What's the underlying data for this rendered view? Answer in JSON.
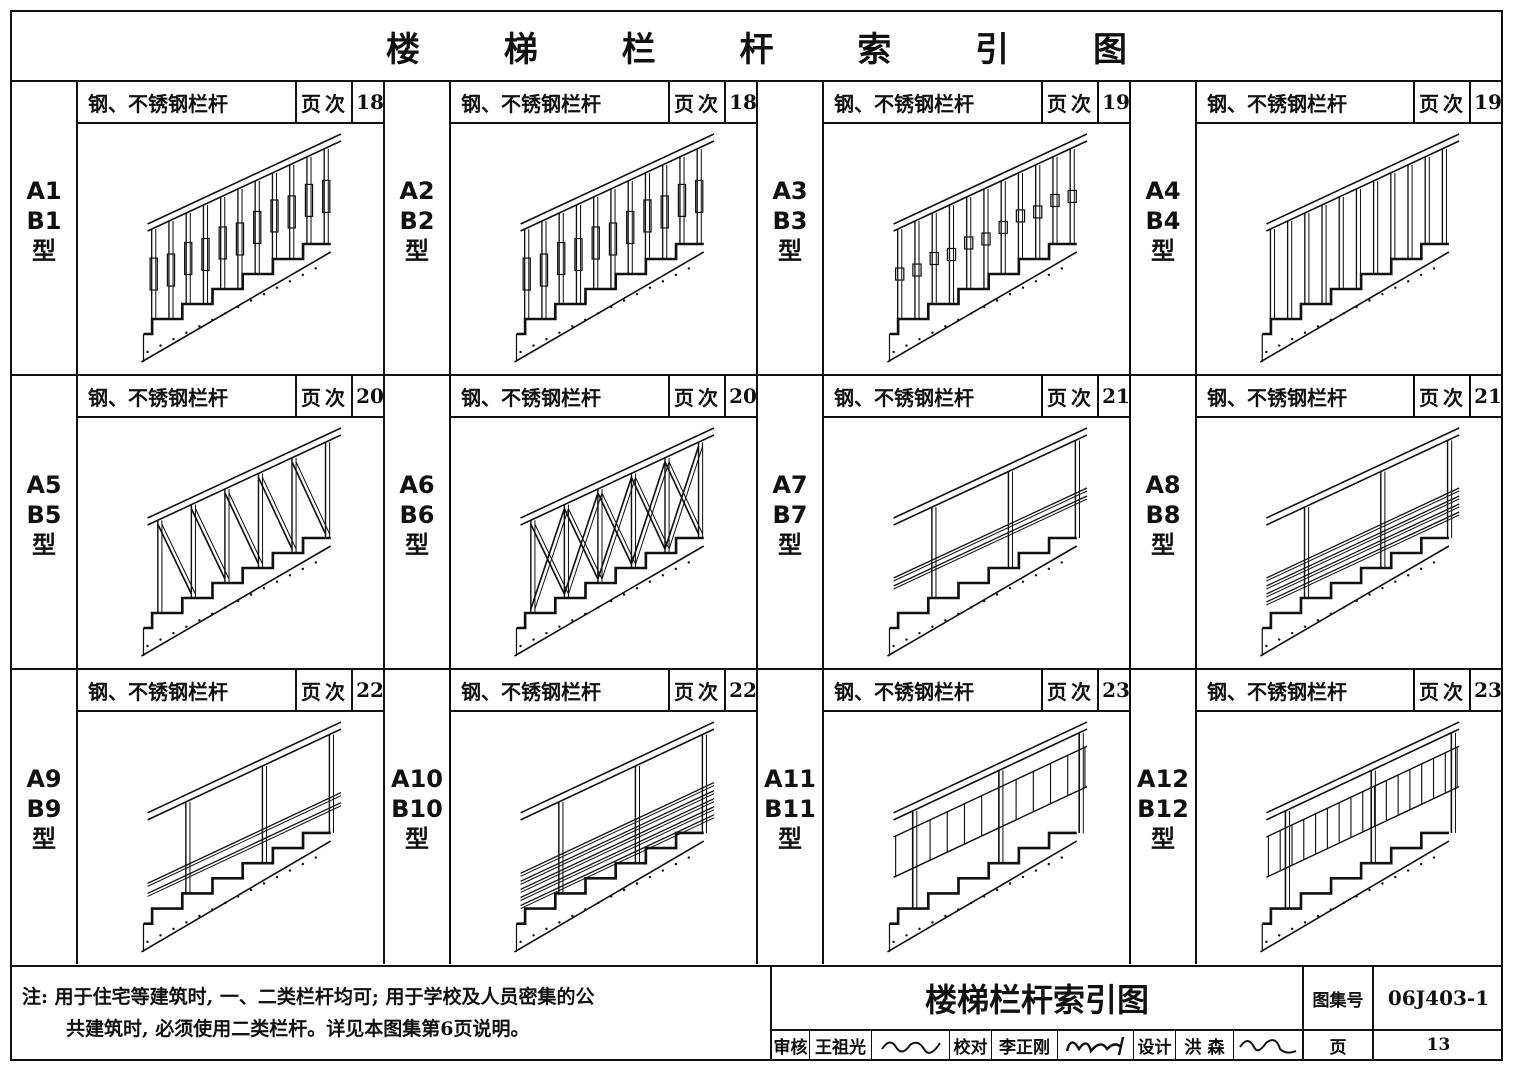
{
  "title": "楼 梯 栏 杆 索 引 图",
  "header_label": "页次",
  "cells": [
    {
      "type": "A1\nB1\n型",
      "name": "钢、不锈钢栏杆",
      "page": "18",
      "style": "baluster-bulb"
    },
    {
      "type": "A2\nB2\n型",
      "name": "钢、不锈钢栏杆",
      "page": "18",
      "style": "baluster-bulb"
    },
    {
      "type": "A3\nB3\n型",
      "name": "钢、不锈钢栏杆",
      "page": "19",
      "style": "baluster-ring"
    },
    {
      "type": "A4\nB4\n型",
      "name": "钢、不锈钢栏杆",
      "page": "19",
      "style": "baluster-plain"
    },
    {
      "type": "A5\nB5\n型",
      "name": "钢、不锈钢栏杆",
      "page": "20",
      "style": "zigzag"
    },
    {
      "type": "A6\nB6\n型",
      "name": "钢、不锈钢栏杆",
      "page": "20",
      "style": "cross"
    },
    {
      "type": "A7\nB7\n型",
      "name": "钢、不锈钢栏杆",
      "page": "21",
      "style": "rails-2"
    },
    {
      "type": "A8\nB8\n型",
      "name": "钢、不锈钢栏杆",
      "page": "21",
      "style": "rails-4"
    },
    {
      "type": "A9\nB9\n型",
      "name": "钢、不锈钢栏杆",
      "page": "22",
      "style": "rails-wide"
    },
    {
      "type": "A10\nB10\n型",
      "name": "钢、不锈钢栏杆",
      "page": "22",
      "style": "rails-5"
    },
    {
      "type": "A11\nB11\n型",
      "name": "钢、不锈钢栏杆",
      "page": "23",
      "style": "panel-frame"
    },
    {
      "type": "A12\nB12\n型",
      "name": "钢、不锈钢栏杆",
      "page": "23",
      "style": "panel-dense"
    }
  ],
  "note": {
    "line1": "注: 用于住宅等建筑时, 一、二类栏杆均可; 用于学校及人员密集的公",
    "line2": "共建筑时, 必须使用二类栏杆。详见本图集第6页说明。"
  },
  "title_block": {
    "drawing_title": "楼梯栏杆索引图",
    "atlas_label": "图集号",
    "atlas_no": "06J403-1",
    "page_label": "页",
    "page_no": "13",
    "review_label": "审核",
    "reviewer": "王祖光",
    "check_label": "校对",
    "checker": "李正刚",
    "design_label": "设计",
    "designer": "洪 森"
  }
}
